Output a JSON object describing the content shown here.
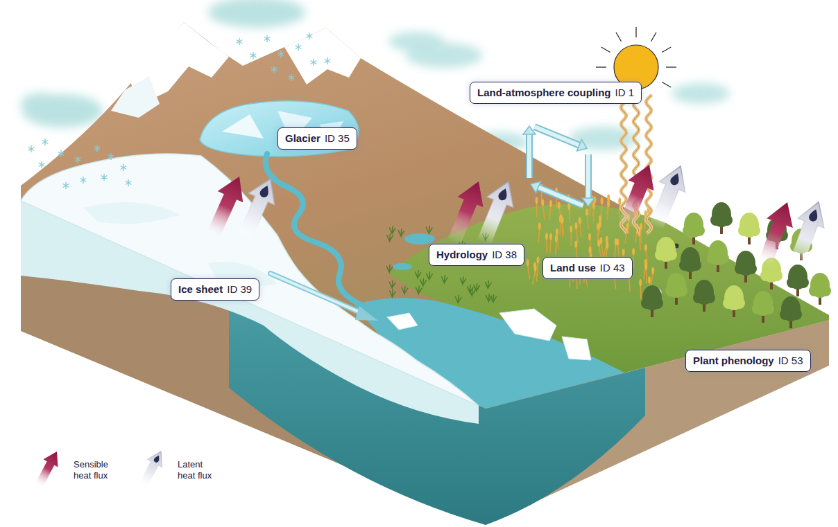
{
  "diagram": {
    "nodes": [
      {
        "text": [
          "Land-atmosphere coupling",
          "ID 1"
        ]
      },
      {
        "text": [
          "Glacier",
          "ID 35"
        ]
      },
      {
        "text": [
          "Hydrology",
          "ID 38"
        ]
      },
      {
        "text": [
          "Land use",
          "ID 43"
        ]
      },
      {
        "text": [
          "Ice sheet",
          "ID 39"
        ]
      },
      {
        "text": [
          "Plant phenology",
          "ID 53"
        ]
      }
    ],
    "legend": [
      {
        "text": "Sensible heat flux"
      },
      {
        "text": "Latent heat flux"
      }
    ]
  }
}
